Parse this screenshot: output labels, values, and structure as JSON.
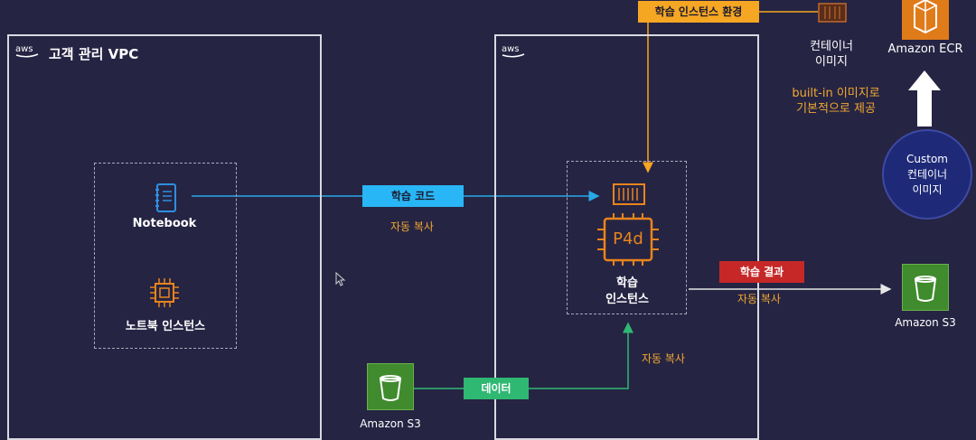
{
  "left_vpc": {
    "title": "고객 관리 VPC"
  },
  "notebook": {
    "label": "Notebook"
  },
  "notebook_instance": {
    "label": "노트북 인스턴스"
  },
  "training_code_tag": "학습 코드",
  "auto_copy_1": "자동 복사",
  "training_instance": {
    "chip_label": "P4d",
    "label_line1": "학습",
    "label_line2": "인스턴스"
  },
  "env_tag": "학습 인스턴스 환경",
  "container_image": {
    "line1": "컨테이너",
    "line2": "이미지"
  },
  "ecr": {
    "label": "Amazon ECR"
  },
  "builtin_note": {
    "line1": "built-in 이미지로",
    "line2": "기본적으로 제공"
  },
  "custom_image": {
    "line1": "Custom",
    "line2": "컨테이너",
    "line3": "이미지"
  },
  "result_tag": "학습 결과",
  "auto_copy_2": "자동 복사",
  "s3_right": {
    "label": "Amazon S3"
  },
  "s3_bottom": {
    "label": "Amazon S3"
  },
  "data_tag": "데이터",
  "auto_copy_3": "자동 복사",
  "colors": {
    "background": "#262443",
    "blue_tag": "#29b6f6",
    "orange_tag": "#f5a623",
    "red_tag": "#c62828",
    "green_tag": "#2eb872",
    "orange_text": "#f0a830"
  }
}
